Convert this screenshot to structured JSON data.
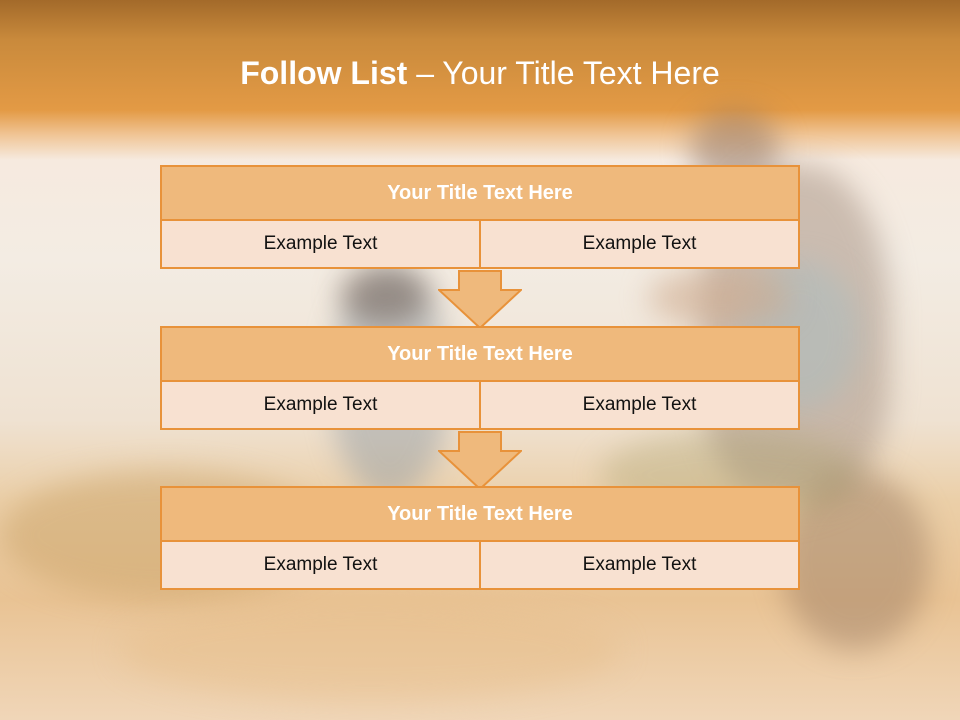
{
  "slide": {
    "title_bold": "Follow List",
    "title_rest": " – Your Title Text Here"
  },
  "blocks": [
    {
      "title": "Your Title Text Here",
      "cells": [
        "Example Text",
        "Example Text"
      ]
    },
    {
      "title": "Your Title Text Here",
      "cells": [
        "Example Text",
        "Example Text"
      ]
    },
    {
      "title": "Your Title Text Here",
      "cells": [
        "Example Text",
        "Example Text"
      ]
    }
  ],
  "colors": {
    "accent": "#e8923a",
    "header_fill": "#efb97c",
    "cell_fill": "#f8e1d1"
  }
}
